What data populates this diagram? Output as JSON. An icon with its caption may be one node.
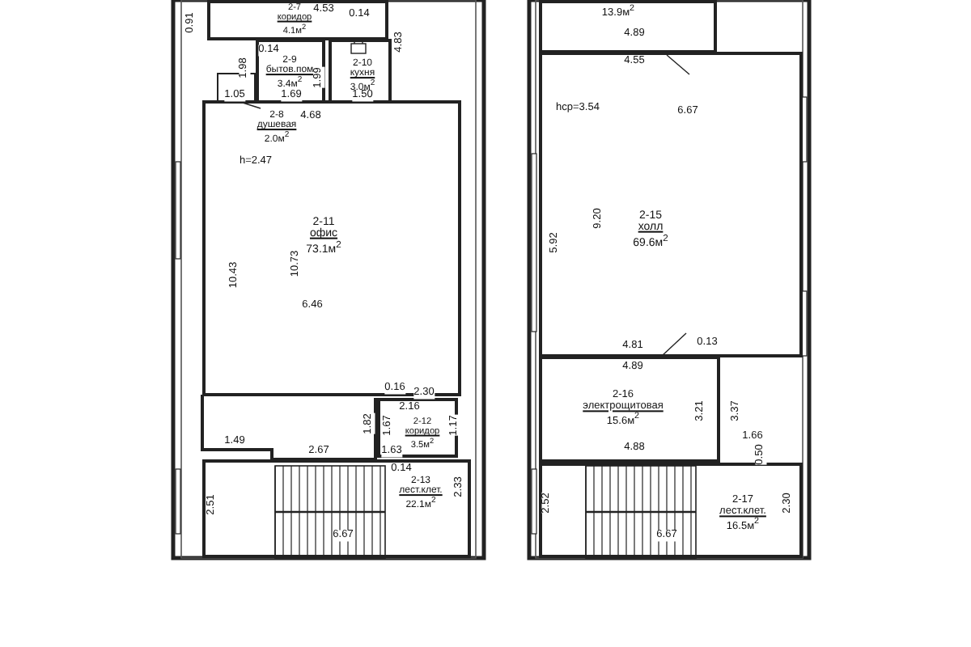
{
  "diagram": {
    "nodes": [
      {
        "text": [
          "2-7",
          "коридор",
          "4.1м$^{2}$"
        ]
      },
      {
        "text": [
          "2-9",
          "бытов.пом",
          "3.4м$^{2}$"
        ]
      },
      {
        "text": [
          "2-10",
          "кухня",
          "3.0м$^{2}$"
        ]
      },
      {
        "text": [],
        "shape": "box"
      },
      {
        "text": [
          "2-8",
          "душевая",
          "2.0м$^{2}$"
        ],
        "in": 5
      },
      {
        "text": [
          "2-11",
          "офис",
          "73.1м$^{2}$"
        ]
      },
      {
        "text": [
          "2-12",
          "коридор",
          "3.5м$^{2}$"
        ]
      },
      {
        "text": [
          "2-13",
          "лест.клет.",
          "22.1м$^{2}$"
        ]
      },
      {
        "text": [
          "13.9м$^{2}$"
        ]
      },
      {
        "text": [
          "2-15",
          "холл",
          "69.6м$^{2}$"
        ]
      },
      {
        "text": [
          "2-16",
          "электрощитовая",
          "15.6м$^{2}$"
        ]
      },
      {
        "text": [
          "2-17",
          "лест.клет.",
          "16.5м$^{2}$"
        ]
      }
    ],
    "edges": [
      {
        "from": 4,
        "to": 3,
        "arrow": "none"
      }
    ],
    "labels": [
      "0.91",
      "4.53",
      "0.14",
      "4.83",
      "0.14",
      "1.98",
      "1.99",
      "1.05",
      "1.69",
      "1.50",
      "4.68",
      "h=2.47",
      "10.43",
      "10.73",
      "6.46",
      "0.16",
      "2.30",
      "2.16",
      "1.82",
      "1.67",
      "1.17",
      "1.49",
      "2.67",
      "1.63",
      "0.14",
      "2.33",
      "2.51",
      "6.67",
      "4.89",
      "4.55",
      "hcp=3.54",
      "6.67",
      "9.20",
      "5.92",
      "4.81",
      "0.13",
      "4.89",
      "3.21",
      "3.37",
      "4.88",
      "1.66",
      "0.50",
      "2.52",
      "2.30",
      "6.67"
    ]
  }
}
